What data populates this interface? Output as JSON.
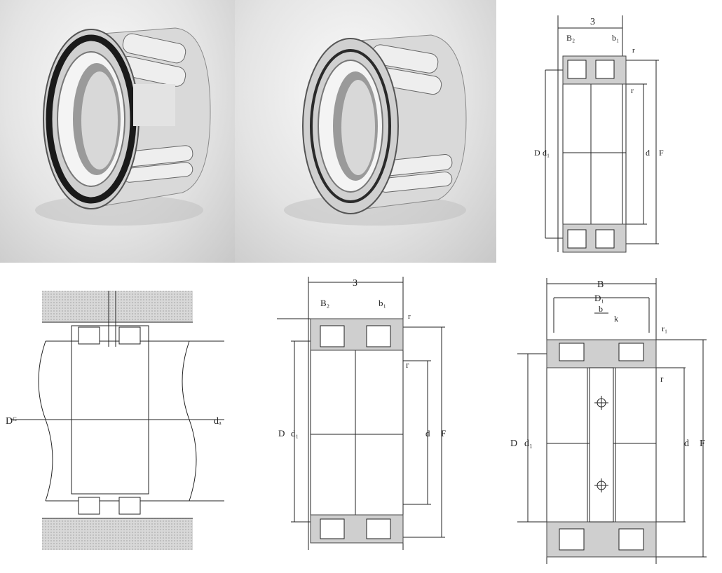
{
  "colors": {
    "line": "#222222",
    "hatch": "#b8b8b8",
    "steel_dark": "#3a3a3a",
    "steel_light": "#f2f2f2"
  },
  "drawing_a": {
    "B": "3",
    "B2": "B₂",
    "b1": "b₁",
    "r_top": "r",
    "r": "r",
    "D": "D",
    "d1": "d₁",
    "d": "d",
    "F": "F"
  },
  "mounting": {
    "Da": "Dᴳ",
    "da": "dₐ"
  },
  "drawing_b": {
    "B": "3",
    "B2": "B₂",
    "b1": "b₁",
    "r_top": "r",
    "r": "r",
    "D": "D",
    "d1": "d₁",
    "d": "d",
    "F": "F"
  },
  "drawing_c": {
    "B": "B",
    "D1": "D₁",
    "b": "b",
    "k": "k",
    "r1": "r₁",
    "r": "r",
    "D": "D",
    "d1": "d₁",
    "d": "d",
    "F": "F"
  }
}
